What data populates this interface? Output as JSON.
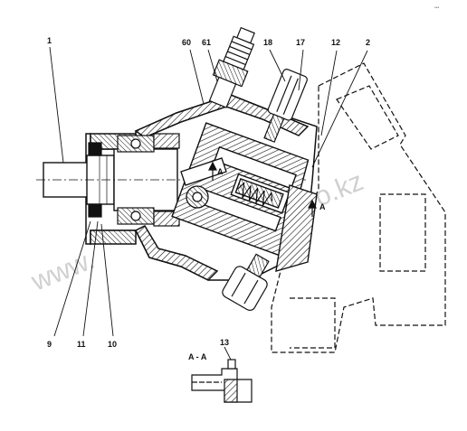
{
  "labels": {
    "l1": "1",
    "l60": "60",
    "l61": "61",
    "l18": "18",
    "l17": "17",
    "l12": "12",
    "l2": "2",
    "l9": "9",
    "l11": "11",
    "l10": "10",
    "l13": "13",
    "secA": "A",
    "secA2": "A",
    "secAA": "A - A"
  },
  "watermark": {
    "left": "www.",
    "right": "avtoo.kz"
  },
  "corner_mark": "•••"
}
